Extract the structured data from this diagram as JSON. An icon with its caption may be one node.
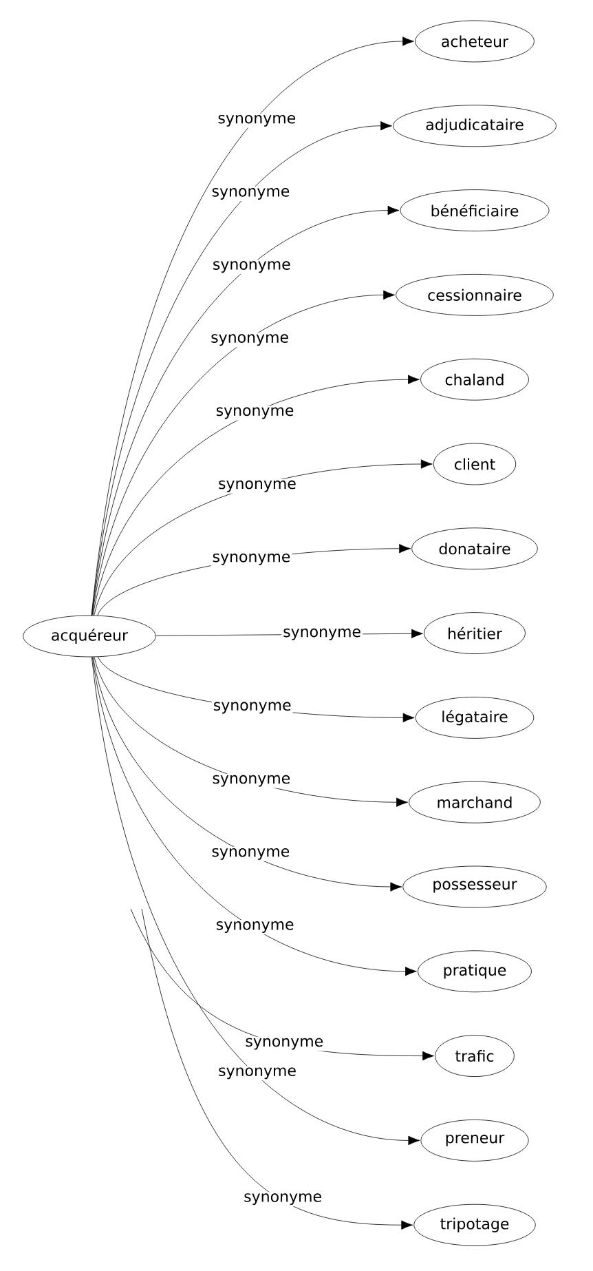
{
  "diagram": {
    "nodes": [
      {
        "text": [
          "acquéreur"
        ]
      },
      {
        "text": [
          "acheteur"
        ]
      },
      {
        "text": [
          "adjudicataire"
        ]
      },
      {
        "text": [
          "bénéficiaire"
        ]
      },
      {
        "text": [
          "cessionnaire"
        ]
      },
      {
        "text": [
          "chaland"
        ]
      },
      {
        "text": [
          "client"
        ]
      },
      {
        "text": [
          "donataire"
        ]
      },
      {
        "text": [
          "héritier"
        ]
      },
      {
        "text": [
          "légataire"
        ]
      },
      {
        "text": [
          "marchand"
        ]
      },
      {
        "text": [
          "possesseur"
        ]
      },
      {
        "text": [
          "pratique"
        ]
      },
      {
        "text": [
          "trafic"
        ]
      },
      {
        "text": [
          "preneur"
        ]
      },
      {
        "text": [
          "tripotage"
        ]
      }
    ],
    "edges": [
      {
        "from": 0,
        "to": 1,
        "arrow": "to",
        "label": "synonyme"
      },
      {
        "from": 0,
        "to": 2,
        "arrow": "to",
        "label": "synonyme"
      },
      {
        "from": 0,
        "to": 3,
        "arrow": "to",
        "label": "synonyme"
      },
      {
        "from": 0,
        "to": 4,
        "arrow": "to",
        "label": "synonyme"
      },
      {
        "from": 0,
        "to": 5,
        "arrow": "to",
        "label": "synonyme"
      },
      {
        "from": 0,
        "to": 6,
        "arrow": "to",
        "label": "synonyme"
      },
      {
        "from": 0,
        "to": 7,
        "arrow": "to",
        "label": "synonyme"
      },
      {
        "from": 0,
        "to": 8,
        "arrow": "to",
        "label": "synonyme"
      },
      {
        "from": 0,
        "to": 9,
        "arrow": "to",
        "label": "synonyme"
      },
      {
        "from": 0,
        "to": 10,
        "arrow": "to",
        "label": "synonyme"
      },
      {
        "from": 0,
        "to": 11,
        "arrow": "to",
        "label": "synonyme"
      },
      {
        "from": 0,
        "to": 12,
        "arrow": "to",
        "label": "synonyme"
      },
      {
        "from": null,
        "to": 13,
        "arrow": "to",
        "label": "synonyme"
      },
      {
        "from": 0,
        "to": 14,
        "arrow": "to",
        "label": "synonyme"
      },
      {
        "from": null,
        "to": 15,
        "arrow": "to",
        "label": "synonyme"
      }
    ]
  }
}
